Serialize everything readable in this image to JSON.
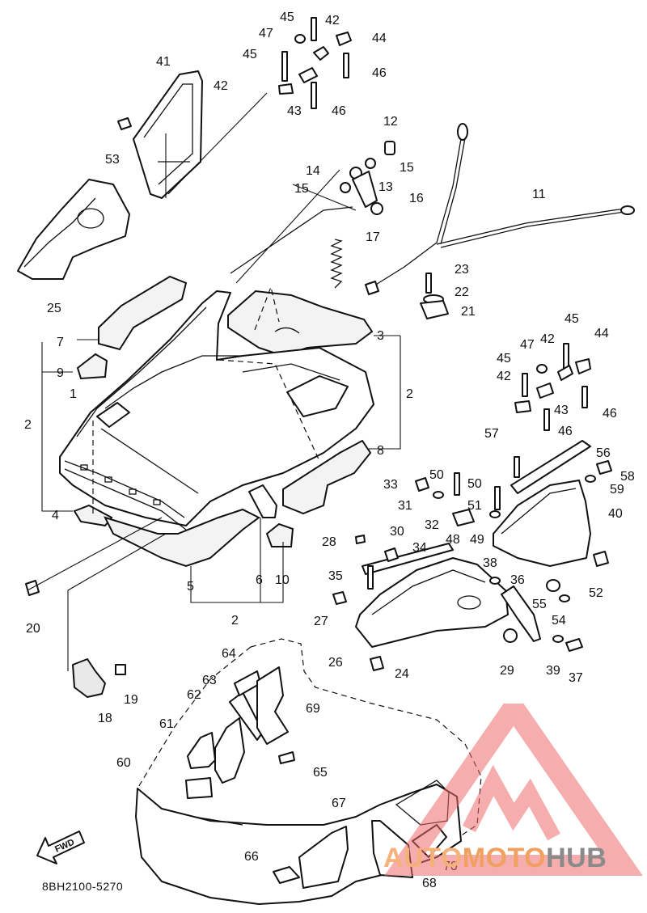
{
  "diagram": {
    "code": "8BH2100-5270",
    "fwd_label": "FWD",
    "watermark": {
      "part1": "AUTO",
      "part2": "MOTO",
      "part3": "HUB"
    },
    "callouts": [
      {
        "id": "1",
        "text": "1"
      },
      {
        "id": "2a",
        "text": "2"
      },
      {
        "id": "2b",
        "text": "2"
      },
      {
        "id": "2c",
        "text": "2"
      },
      {
        "id": "3",
        "text": "3"
      },
      {
        "id": "4",
        "text": "4"
      },
      {
        "id": "5",
        "text": "5"
      },
      {
        "id": "6",
        "text": "6"
      },
      {
        "id": "7",
        "text": "7"
      },
      {
        "id": "8",
        "text": "8"
      },
      {
        "id": "9",
        "text": "9"
      },
      {
        "id": "10",
        "text": "10"
      },
      {
        "id": "11",
        "text": "11"
      },
      {
        "id": "12",
        "text": "12"
      },
      {
        "id": "13",
        "text": "13"
      },
      {
        "id": "14",
        "text": "14"
      },
      {
        "id": "15a",
        "text": "15"
      },
      {
        "id": "15b",
        "text": "15"
      },
      {
        "id": "16",
        "text": "16"
      },
      {
        "id": "17",
        "text": "17"
      },
      {
        "id": "18",
        "text": "18"
      },
      {
        "id": "19",
        "text": "19"
      },
      {
        "id": "20",
        "text": "20"
      },
      {
        "id": "21",
        "text": "21"
      },
      {
        "id": "22",
        "text": "22"
      },
      {
        "id": "23",
        "text": "23"
      },
      {
        "id": "24",
        "text": "24"
      },
      {
        "id": "25",
        "text": "25"
      },
      {
        "id": "26",
        "text": "26"
      },
      {
        "id": "27",
        "text": "27"
      },
      {
        "id": "28",
        "text": "28"
      },
      {
        "id": "29",
        "text": "29"
      },
      {
        "id": "30",
        "text": "30"
      },
      {
        "id": "31",
        "text": "31"
      },
      {
        "id": "32",
        "text": "32"
      },
      {
        "id": "33",
        "text": "33"
      },
      {
        "id": "34",
        "text": "34"
      },
      {
        "id": "35",
        "text": "35"
      },
      {
        "id": "36",
        "text": "36"
      },
      {
        "id": "37",
        "text": "37"
      },
      {
        "id": "38",
        "text": "38"
      },
      {
        "id": "39",
        "text": "39"
      },
      {
        "id": "40",
        "text": "40"
      },
      {
        "id": "41",
        "text": "41"
      },
      {
        "id": "42a",
        "text": "42"
      },
      {
        "id": "42b",
        "text": "42"
      },
      {
        "id": "42c",
        "text": "42"
      },
      {
        "id": "42d",
        "text": "42"
      },
      {
        "id": "43a",
        "text": "43"
      },
      {
        "id": "43b",
        "text": "43"
      },
      {
        "id": "44a",
        "text": "44"
      },
      {
        "id": "44b",
        "text": "44"
      },
      {
        "id": "45a",
        "text": "45"
      },
      {
        "id": "45b",
        "text": "45"
      },
      {
        "id": "45c",
        "text": "45"
      },
      {
        "id": "45d",
        "text": "45"
      },
      {
        "id": "46a",
        "text": "46"
      },
      {
        "id": "46b",
        "text": "46"
      },
      {
        "id": "46c",
        "text": "46"
      },
      {
        "id": "46d",
        "text": "46"
      },
      {
        "id": "47a",
        "text": "47"
      },
      {
        "id": "47b",
        "text": "47"
      },
      {
        "id": "48",
        "text": "48"
      },
      {
        "id": "49",
        "text": "49"
      },
      {
        "id": "50a",
        "text": "50"
      },
      {
        "id": "50b",
        "text": "50"
      },
      {
        "id": "51",
        "text": "51"
      },
      {
        "id": "52",
        "text": "52"
      },
      {
        "id": "53",
        "text": "53"
      },
      {
        "id": "54",
        "text": "54"
      },
      {
        "id": "55",
        "text": "55"
      },
      {
        "id": "56",
        "text": "56"
      },
      {
        "id": "57",
        "text": "57"
      },
      {
        "id": "58",
        "text": "58"
      },
      {
        "id": "59",
        "text": "59"
      },
      {
        "id": "60",
        "text": "60"
      },
      {
        "id": "61",
        "text": "61"
      },
      {
        "id": "62",
        "text": "62"
      },
      {
        "id": "63",
        "text": "63"
      },
      {
        "id": "64",
        "text": "64"
      },
      {
        "id": "65",
        "text": "65"
      },
      {
        "id": "66",
        "text": "66"
      },
      {
        "id": "67",
        "text": "67"
      },
      {
        "id": "68",
        "text": "68"
      },
      {
        "id": "69",
        "text": "69"
      },
      {
        "id": "70",
        "text": "70"
      }
    ]
  }
}
